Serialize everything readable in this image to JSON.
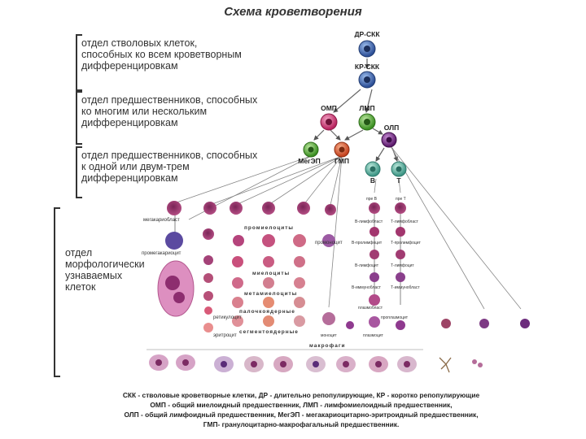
{
  "title": "Схема кроветворения",
  "sections": [
    {
      "lines": [
        "отдел стволовых клеток,",
        "способных ко всем кроветворным",
        "дифференцировкам"
      ]
    },
    {
      "lines": [
        "отдел предшественников, способных",
        "ко многим или нескольким",
        "дифференцировкам"
      ]
    },
    {
      "lines": [
        "отдел предшественников, способных",
        "к одной или двум-трем",
        "дифференцировкам"
      ]
    },
    {
      "lines": [
        "отдел",
        "морфологически",
        "узнаваемых",
        "клеток"
      ]
    }
  ],
  "nodes": {
    "dr": "ДР-СКК",
    "kr": "КР-СКК",
    "omp": "ОМП",
    "lmp": "ЛМП",
    "olp": "ОЛП",
    "megep": "МегЭП",
    "gmp": "ГМП",
    "b": "B",
    "t": "T"
  },
  "cell_labels": {
    "megakaryoblast": "мегакариобласт",
    "promegakaryocyte": "промегакариоцит",
    "promonocyte": "промоноцит",
    "promyelocytes": "промиелоциты",
    "myelocytes": "миелоциты",
    "metamyelocytes": "метамиелоциты",
    "band": "палочкоядерные",
    "segmented": "сегментоядерные",
    "reticulocyte": "ретикулоцит",
    "erythrocyte": "эритроцит",
    "pre_b": "пре В",
    "pre_t": "пре Т",
    "b_lymphoblast": "В-лимфобласт",
    "t_lymphoblast": "Т-лимфобласт",
    "b_prolymphocyte": "В-пролимфоцит",
    "t_prolymphocyte": "Т-пролимфоцит",
    "b_lymphocyte": "В-лимфоцит",
    "t_lymphocyte": "Т-лимфоцит",
    "b_immunoblast": "В-иммунобласт",
    "t_immunoblast": "Т-иммунобласт",
    "plasmablast": "плазмобласт",
    "proplasmocyte": "проплазмоцит",
    "monocyte": "моноцит",
    "plasmocyte": "плазмоцит",
    "macrophages": "макрофаги"
  },
  "legend": [
    "СКК - стволовые кроветворные клетки, ДР - длительно репопулирующие, КР - коротко репопулирующие",
    "ОМП - общий миелоидный предшественник, ЛМП - лимфомиелоидный предшественник,",
    "ОЛП - общий лимфоидный предшественник, МегЭП - мегакариоцитарно-эритроидный предшественник,",
    "ГМП- гранулоцитарно-макрофагальный предшественник."
  ],
  "colors": {
    "progenitor_pink": "#d63c78",
    "progenitor_green": "#59b43a",
    "progenitor_orange": "#e3623a",
    "progenitor_purple": "#7b2a8a",
    "progenitor_teal": "#58b4a8",
    "stem_blue": "#4a6fb0",
    "cell_purple": "#a4336e",
    "cell_violet": "#8a3fa0"
  }
}
